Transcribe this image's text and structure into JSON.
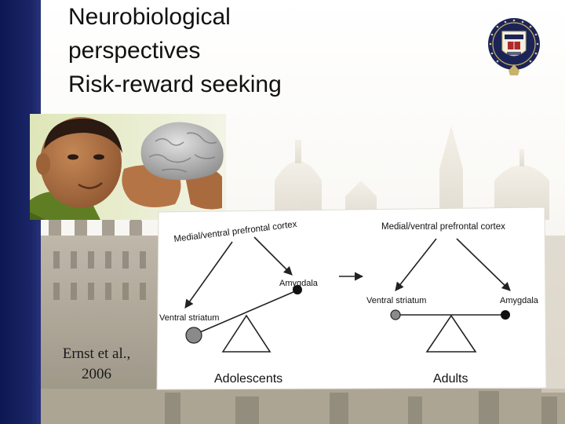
{
  "slide": {
    "title_lines": [
      "Neurobiological",
      "perspectives",
      "Risk-reward seeking"
    ],
    "citation": {
      "line1": "Ernst et al.,",
      "line2": "2006"
    }
  },
  "diagram": {
    "left": {
      "top_node": "Medial/ventral prefrontal cortex",
      "right_node": "Amygdala",
      "left_node": "Ventral striatum",
      "group_label": "Adolescents"
    },
    "right": {
      "top_node": "Medial/ventral prefrontal cortex",
      "left_node": "Ventral striatum",
      "right_node": "Amygdala",
      "group_label": "Adults"
    }
  },
  "colors": {
    "nav_bar": "#1a2566",
    "title_text": "#111111",
    "diagram_line": "#222222",
    "node_dark": "#111111",
    "node_grey": "#8a8a8a"
  },
  "icons": {
    "crest": "university-crest-icon",
    "photo": "boy-holding-brain-photo"
  }
}
